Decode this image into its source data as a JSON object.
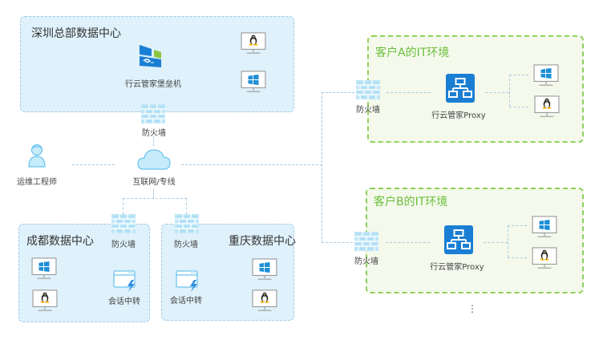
{
  "zones": {
    "shenzhen": {
      "title": "深圳总部数据中心"
    },
    "chengdu": {
      "title": "成都数据中心"
    },
    "chongqing": {
      "title": "重庆数据中心"
    },
    "customer_a": {
      "title": "客户A的IT环境"
    },
    "customer_b": {
      "title": "客户B的IT环境"
    }
  },
  "nodes": {
    "bastion": {
      "label": "行云管家堡垒机",
      "icon": "bastion-logo-icon"
    },
    "hq_firewall": {
      "label": "防火墙",
      "icon": "firewall-icon"
    },
    "engineer": {
      "label": "运维工程师",
      "icon": "user-icon"
    },
    "internet": {
      "label": "互联网/专线",
      "icon": "cloud-icon"
    },
    "chengdu_firewall": {
      "label": "防火墙",
      "icon": "firewall-icon"
    },
    "chongqing_firewall": {
      "label": "防火墙",
      "icon": "firewall-icon"
    },
    "chengdu_relay": {
      "label": "会话中转",
      "icon": "session-relay-icon"
    },
    "chongqing_relay": {
      "label": "会话中转",
      "icon": "session-relay-icon"
    },
    "a_firewall": {
      "label": "防火墙",
      "icon": "firewall-icon"
    },
    "a_proxy": {
      "label": "行云管家Proxy",
      "icon": "network-proxy-icon"
    },
    "b_firewall": {
      "label": "防火墙",
      "icon": "firewall-icon"
    },
    "b_proxy": {
      "label": "行云管家Proxy",
      "icon": "network-proxy-icon"
    }
  },
  "more_indicator": "⋮",
  "colors": {
    "zone_blue_bg": "#dff1fb",
    "zone_green_border": "#8fd15a",
    "zone_green_title": "#6bbf3a",
    "proxy_blue": "#1a7fd4",
    "windows_blue": "#1e8fd6"
  }
}
